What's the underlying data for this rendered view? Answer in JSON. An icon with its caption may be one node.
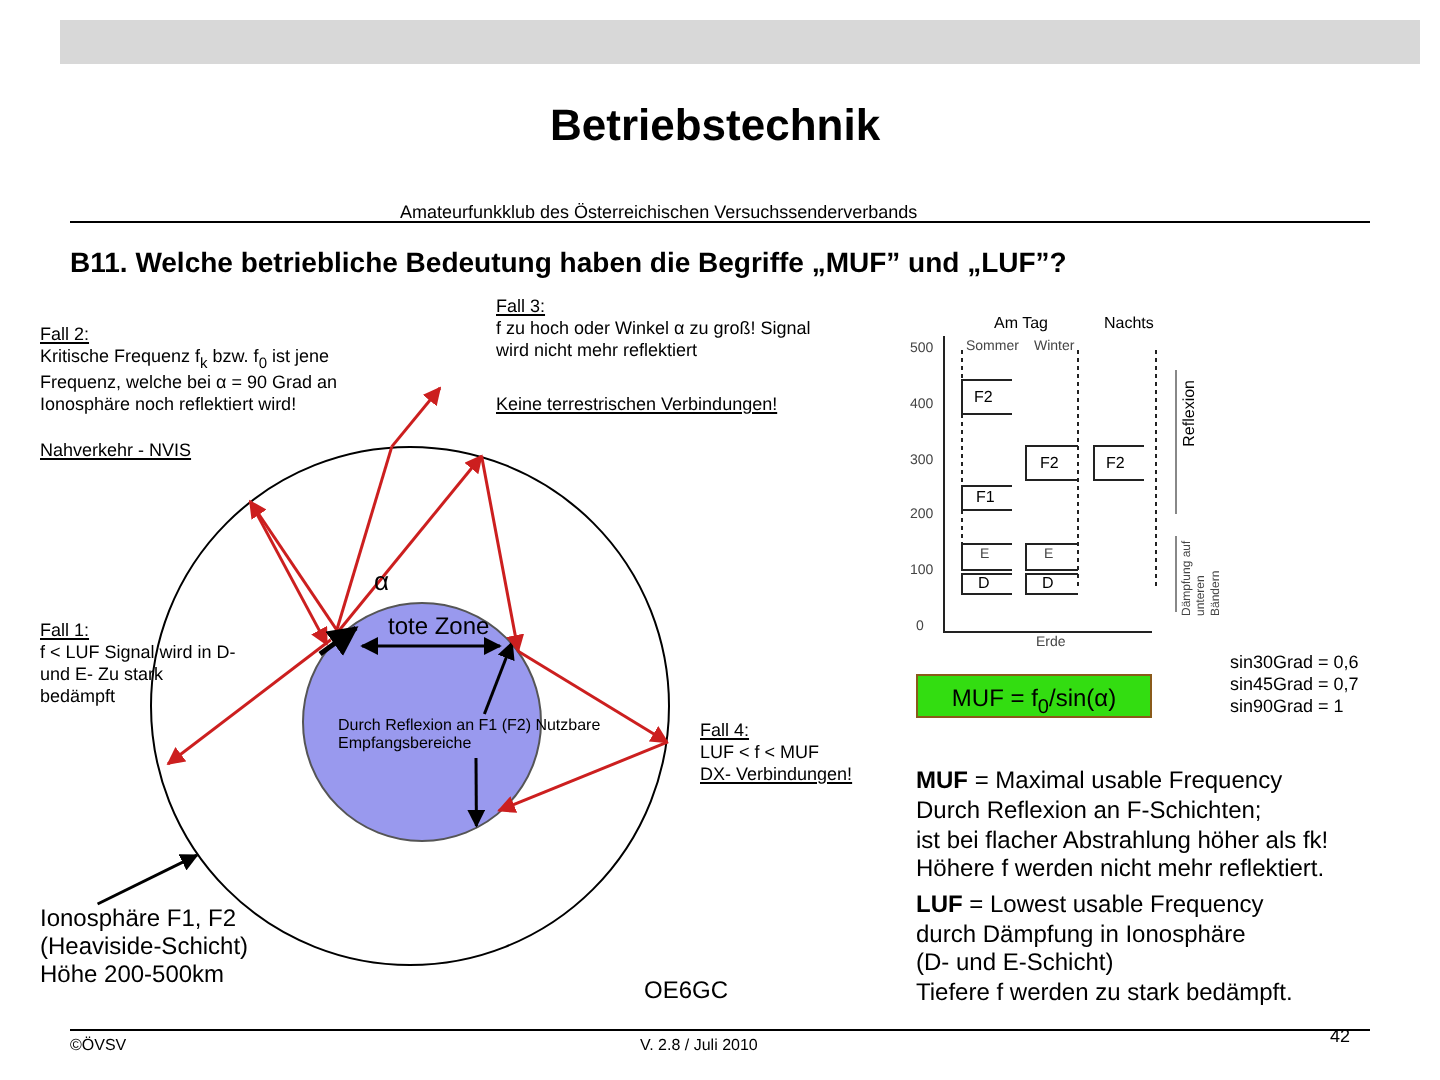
{
  "diagram": {
    "title": "Betriebstechnik",
    "nodes": [
      {
        "text": [],
        "shape": "circle"
      },
      {
        "text": [],
        "shape": "circle",
        "in": 0
      },
      {
        "text": [
          "Ionosphäre F1, F2 (Heaviside-Schicht) Höhe 200-500km"
        ]
      },
      {
        "text": [
          "Durch Reflexion an F1 (F2) Nutzbare Empfangsbereiche"
        ],
        "in": 0
      },
      {
        "text": [
          "MUF = f$_{0}$/sin(α)"
        ]
      }
    ],
    "edges": [
      {
        "from": 2,
        "to": 0,
        "arrow": "to",
        "color": "#000000"
      },
      {
        "from": 3,
        "to": 1,
        "arrow": "to",
        "color": "#000000"
      },
      {
        "from": 3,
        "to": 1,
        "arrow": "to",
        "color": "#000000"
      },
      {
        "from": 1,
        "to": 0,
        "arrow": "none"
      },
      {
        "from": 0,
        "to": null,
        "arrow": "to"
      },
      {
        "from": 1,
        "to": 0,
        "arrow": "to"
      },
      {
        "from": 0,
        "to": 1,
        "arrow": "to"
      },
      {
        "from": 1,
        "to": 0,
        "arrow": "to"
      },
      {
        "from": 0,
        "to": 1,
        "arrow": "to"
      },
      {
        "from": 1,
        "to": 0,
        "arrow": "to"
      },
      {
        "from": 0,
        "to": 1,
        "arrow": "to"
      },
      {
        "from": 1,
        "to": null,
        "arrow": "to"
      }
    ],
    "labels": [
      "Amateurfunkklub des Österreichischen Versuchssenderverbands",
      "B11. Welche betriebliche Bedeutung haben die Begriffe „MUF” und „LUF”?",
      "Fall 2:",
      "Kritische Frequenz f$_{k}$ bzw. f$_{0}$ ist jene Frequenz, welche bei α = 90 Grad an Ionosphäre noch reflektiert wird!",
      "Nahverkehr - NVIS",
      "Fall 3:",
      "f zu hoch oder Winkel α zu groß! Signal wird nicht mehr reflektiert",
      "Keine terrestrischen Verbindungen!",
      "Am Tag",
      "Nachts",
      "Sommer",
      "Winter",
      "500",
      "F2",
      "Reflexion",
      "400",
      "F2",
      "F2",
      "300",
      "F1",
      "200",
      "E",
      "E",
      "Dämpfung auf unteren Bändern",
      "D",
      "D",
      "100",
      "0",
      "Erde",
      "Fall 1:",
      "f < LUF Signal wird in D- und E- Zu stark bedämpft",
      "α",
      "tote Zone",
      "sin30Grad = 0,6",
      "sin45Grad = 0,7",
      "sin90Grad = 1",
      "Fall 4:",
      "LUF < f < MUF",
      "DX- Verbindungen!",
      "**MUF** = Maximal usable Frequency",
      "Durch Reflexion an F-Schichten;",
      "ist bei flacher Abstrahlung höher als fk!",
      "Höhere f werden nicht mehr reflektiert.",
      "**LUF** = Lowest usable Frequency",
      "durch Dämpfung in Ionosphäre",
      "(D- und E-Schicht)",
      "Tiefere f werden zu stark bedämpft.",
      "OE6GC",
      "©ÖVSV",
      "V. 2.8 / Juli 2010",
      "42"
    ]
  }
}
